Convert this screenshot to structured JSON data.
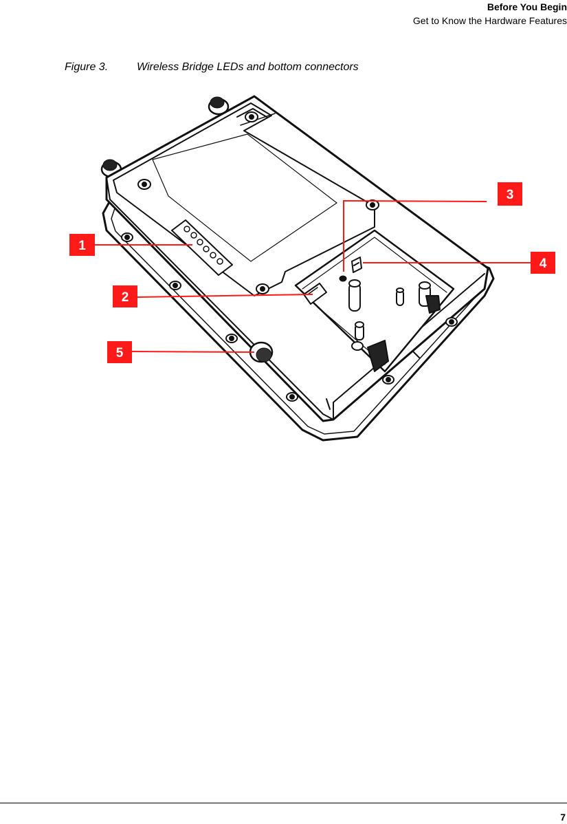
{
  "header": {
    "section": "Before You Begin",
    "subsection": "Get to Know the Hardware Features"
  },
  "figure": {
    "label": "Figure 3.",
    "title": "Wireless Bridge LEDs and bottom connectors",
    "callouts": [
      "1",
      "2",
      "3",
      "4",
      "5"
    ],
    "callout_color": "#ff1a1a"
  },
  "footer": {
    "page_number": "7"
  }
}
